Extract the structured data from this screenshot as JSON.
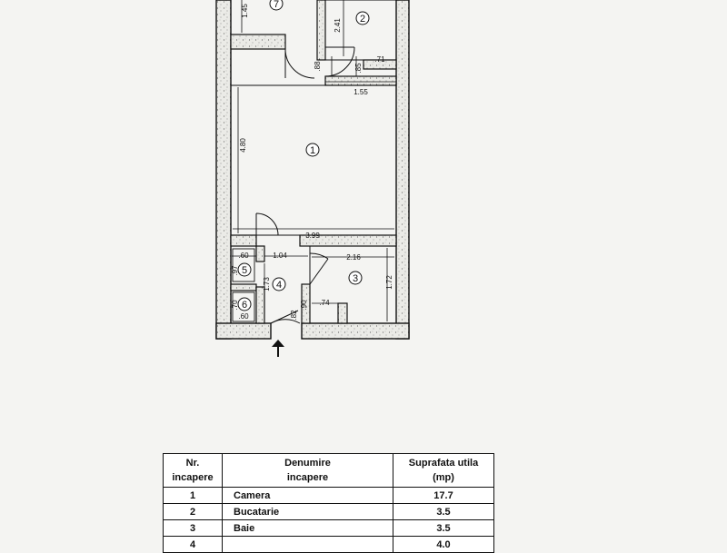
{
  "plan": {
    "rooms": [
      "1",
      "2",
      "3",
      "4",
      "5",
      "6",
      "7"
    ],
    "dimensions": {
      "d_1_45": "1.45",
      "d_2_41": "2.41",
      "d_88": ".88",
      "d_85": ".85",
      "d_71": ".71",
      "d_1_55": "1.55",
      "d_4_80": "4.80",
      "d_3_99": "3.99",
      "d_60_top": ".60",
      "d_1_04": "1.04",
      "d_2_16": "2.16",
      "d_97": ".97",
      "d_1_73": "1.73",
      "d_1_72": "1.72",
      "d_70": ".70",
      "d_74": ".74",
      "d_90": ".90",
      "d_60_bot": ".60",
      "d_82": ".82"
    }
  },
  "table": {
    "headers": {
      "nr": [
        "Nr.",
        "incapere"
      ],
      "name": [
        "Denumire",
        "incapere"
      ],
      "area": [
        "Suprafata utila",
        "(mp)"
      ]
    },
    "rows": [
      {
        "nr": "1",
        "name": "Camera",
        "area": "17.7"
      },
      {
        "nr": "2",
        "name": "Bucatarie",
        "area": "3.5"
      },
      {
        "nr": "3",
        "name": "Baie",
        "area": "3.5"
      },
      {
        "nr": "4",
        "name": "",
        "area": "4.0"
      }
    ]
  }
}
